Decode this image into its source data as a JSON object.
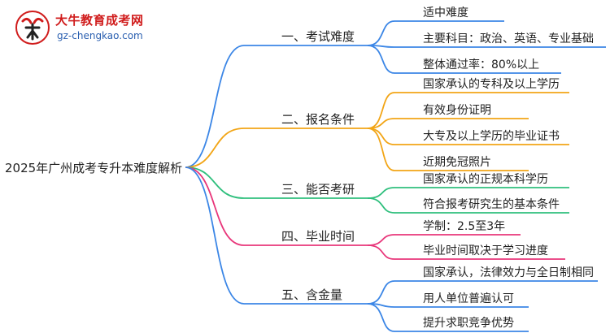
{
  "logo": {
    "title": "大牛教育成考网",
    "url": "gz-chengkao.com"
  },
  "root": "2025年广州成考专升本难度解析",
  "branches": [
    {
      "label": "一、考试难度",
      "color": "#3b86e6",
      "leaves": [
        "适中难度",
        "主要科目：政治、英语、专业基础",
        "整体通过率：80%以上"
      ]
    },
    {
      "label": "二、报名条件",
      "color": "#f2a516",
      "leaves": [
        "国家承认的专科及以上学历",
        "有效身份证明",
        "大专及以上学历的毕业证书",
        "近期免冠照片"
      ]
    },
    {
      "label": "三、能否考研",
      "color": "#2fbf7d",
      "leaves": [
        "国家承认的正规本科学历",
        "符合报考研究生的基本条件"
      ]
    },
    {
      "label": "四、毕业时间",
      "color": "#e8367a",
      "leaves": [
        "学制：2.5至3年",
        "毕业时间取决于学习进度"
      ]
    },
    {
      "label": "五、含金量",
      "color": "#3b86e6",
      "leaves": [
        "国家承认，法律效力与全日制相同",
        "用人单位普遍认可",
        "提升求职竞争优势"
      ]
    }
  ]
}
